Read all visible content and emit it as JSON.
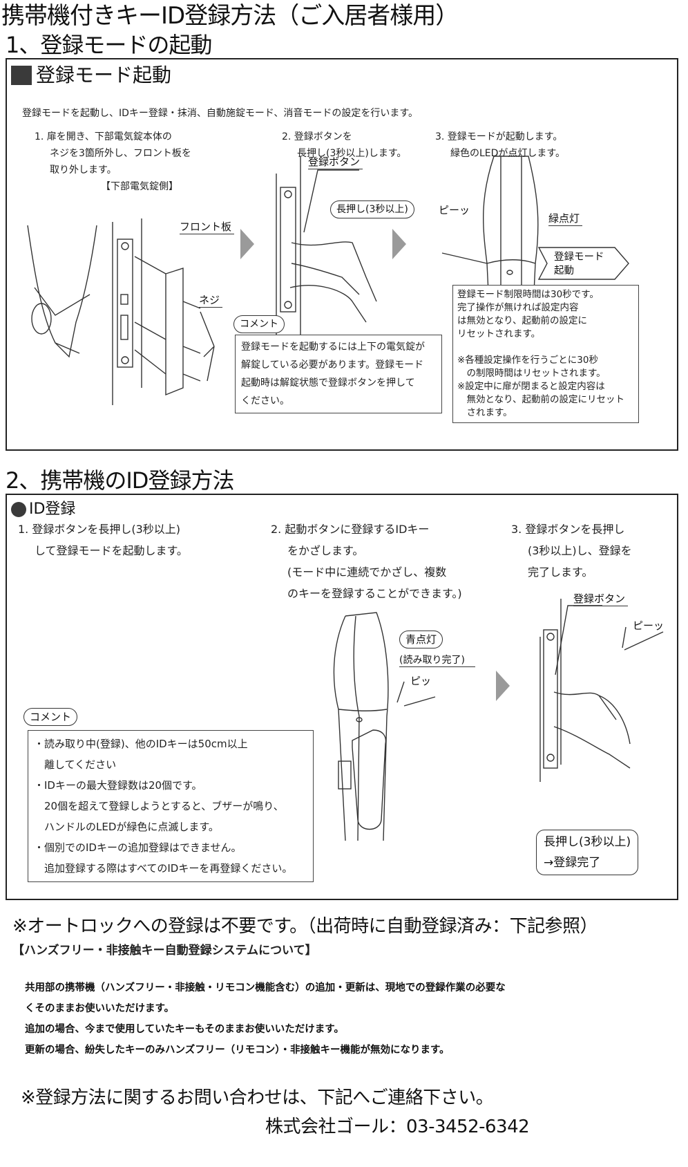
{
  "document": {
    "title": "携帯機付きキーID登録方法（ご入居者様用）"
  },
  "section1": {
    "heading": "1、登録モードの起動",
    "box_title": "登録モード起動",
    "box_title_icon": "filled-square-icon",
    "intro": "登録モードを起動し、IDキー登録・抹消、自動施錠モード、消音モードの設定を行います。",
    "steps": [
      {
        "lines": [
          "1. 扉を開き、下部電気錠本体の",
          "ネジを3箇所外し、フロント板を",
          "取り外します。"
        ],
        "sublabel": "【下部電気錠側】"
      },
      {
        "lines": [
          "2. 登録ボタンを",
          "長押し(3秒以上)します。"
        ]
      },
      {
        "lines": [
          "3. 登録モードが起動します。",
          "緑色のLEDが点灯します。"
        ]
      }
    ],
    "illustration_labels": {
      "front_plate": "フロント板",
      "screws": "ネジ",
      "register_button": "登録ボタン",
      "long_press": "長押し(3秒以上)",
      "beep": "ピーッ",
      "green_light": "緑点灯",
      "mode_start": [
        "登録モード",
        "起動"
      ]
    },
    "comment": {
      "label": "コメント",
      "lines": [
        "登録モードを起動するには上下の電気錠が",
        "解錠している必要があります。登録モード",
        "起動時は解錠状態で登録ボタンを押して",
        "ください。"
      ]
    },
    "limit_note": {
      "lines": [
        "登録モード制限時間は30秒です。",
        "完了操作が無ければ設定内容",
        "は無効となり、起動前の設定に",
        "リセットされます。",
        "",
        "※各種設定操作を行うごとに30秒",
        "　の制限時間はリセットされます。",
        "※設定中に扉が閉まると設定内容は",
        "　無効となり、起動前の設定にリセット",
        "　されます。"
      ]
    }
  },
  "section2": {
    "heading": "2、携帯機のID登録方法",
    "box_title": "ID登録",
    "box_title_icon": "filled-circle-icon",
    "steps": [
      {
        "lines": [
          "1. 登録ボタンを長押し(3秒以上)",
          "して登録モードを起動します。"
        ]
      },
      {
        "lines": [
          "2. 起動ボタンに登録するIDキー",
          "をかざします。",
          "(モード中に連続でかざし、複数",
          "のキーを登録することができます。)"
        ]
      },
      {
        "lines": [
          "3. 登録ボタンを長押し",
          "(3秒以上)し、登録を",
          "完了します。"
        ]
      }
    ],
    "illustration_labels": {
      "blue_light": "青点灯",
      "read_complete": "(読み取り完了)",
      "pip": "ピッ",
      "register_button": "登録ボタン",
      "beep": "ピーッ",
      "long_press_complete": [
        "長押し(3秒以上)",
        "→登録完了"
      ]
    },
    "comment": {
      "label": "コメント",
      "lines": [
        "・読み取り中(登録)、他のIDキーは50cm以上",
        "　離してください",
        "・IDキーの最大登録数は20個です。",
        "　20個を超えて登録しようとすると、ブザーが鳴り、",
        "　ハンドルのLEDが緑色に点滅します。",
        "・個別でのIDキーの追加登録はできません。",
        "　追加登録する際はすべてのIDキーを再登録ください。"
      ]
    }
  },
  "footer": {
    "autolock_note": "※オートロックへの登録は不要です。（出荷時に自動登録済み：下記参照）",
    "system_heading": "【ハンズフリー・非接触キー自動登録システムについて】",
    "system_lines": [
      "共用部の携帯機（ハンズフリー・非接触・リモコン機能含む）の追加・更新は、現地での登録作業の必要な",
      "くそのままお使いいただけます。",
      "追加の場合、今まで使用していたキーもそのままお使いいただけます。",
      "更新の場合、紛失したキーのみハンズフリー（リモコン）・非接触キー機能が無効になります。"
    ],
    "contact_note": "※登録方法に関するお問い合わせは、下記へご連絡下さい。",
    "contact_company": "株式会社ゴール：03-3452-6342"
  }
}
